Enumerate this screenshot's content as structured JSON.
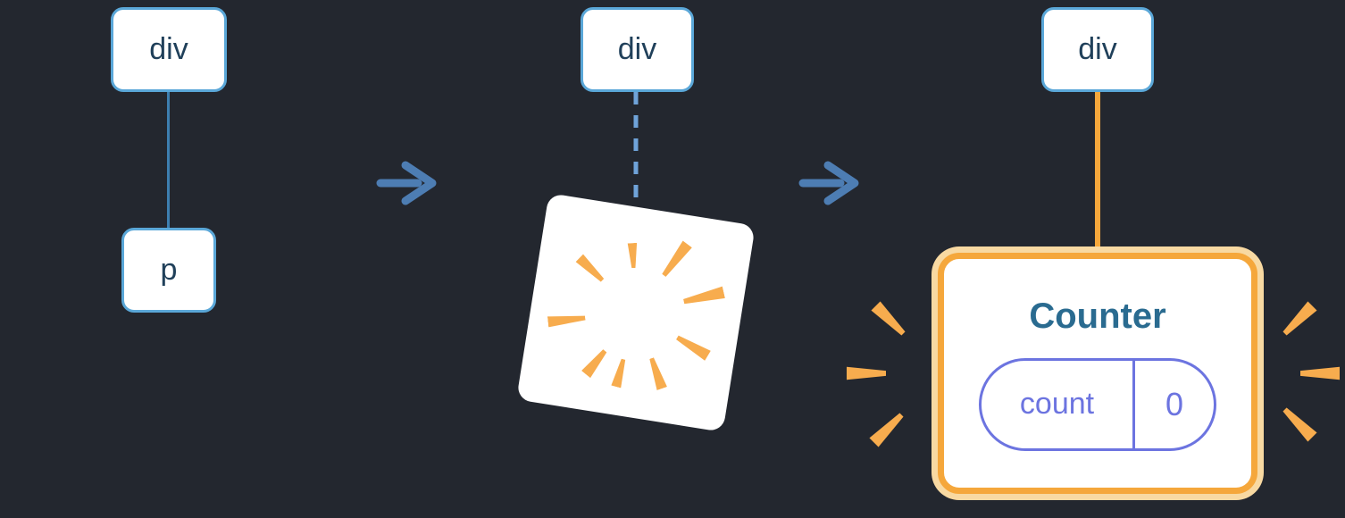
{
  "palette": {
    "background": "#23272f",
    "node_border": "#5aa7d8",
    "node_text": "#20405a",
    "connector_blue": "#3d7fb0",
    "connector_dashed_blue": "#6fa3d9",
    "arrow_blue": "#4d7db3",
    "orange": "#f5a73b",
    "orange_halo": "#f8d9a2",
    "ray_orange": "#f7ac4e",
    "purple": "#6c74e0",
    "counter_title_blue": "#2a6b90"
  },
  "before": {
    "parent_label": "div",
    "child_label": "p"
  },
  "during": {
    "parent_label": "div"
  },
  "after": {
    "parent_label": "div",
    "component": {
      "title": "Counter",
      "state_key": "count",
      "state_value": "0"
    }
  }
}
